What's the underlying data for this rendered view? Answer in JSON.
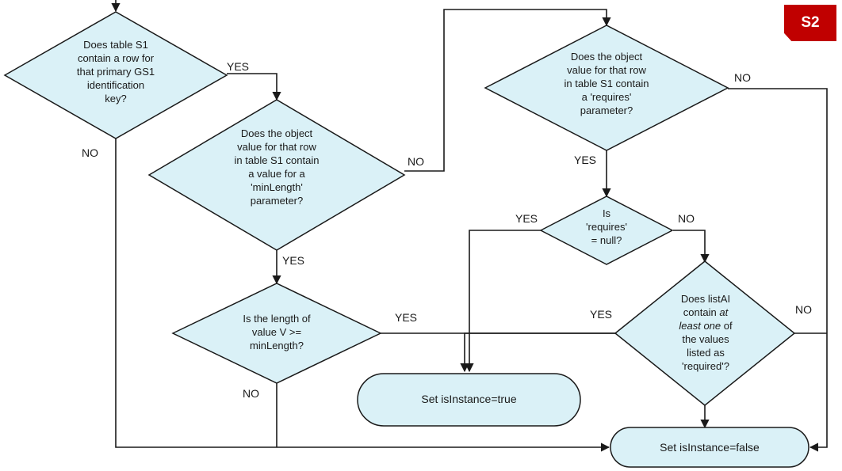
{
  "corner_tag": "S2",
  "decisions": {
    "d1": [
      "Does table S1",
      "contain a row for",
      "that primary GS1",
      "identification",
      "key?"
    ],
    "d2": [
      "Does the object",
      "value for that row",
      "in table S1 contain",
      "a value for a",
      "'minLength'",
      "parameter?"
    ],
    "d3": [
      "Is the length of",
      "value V >=",
      "minLength?"
    ],
    "d4": [
      "Does the object",
      "value for that row",
      "in table S1 contain",
      "a 'requires'",
      "parameter?"
    ],
    "d5": [
      "Is",
      "'requires'",
      "= null?"
    ],
    "d6": [
      [
        {
          "t": "Does listAI"
        }
      ],
      [
        {
          "t": "contain "
        },
        {
          "t": "at",
          "i": true
        }
      ],
      [
        {
          "t": "least one",
          "i": true
        },
        {
          "t": " of"
        }
      ],
      [
        {
          "t": "the values"
        }
      ],
      [
        {
          "t": "listed as"
        }
      ],
      [
        {
          "t": "'required'?"
        }
      ]
    ]
  },
  "terminals": {
    "true_label": "Set isInstance=true",
    "false_label": "Set isInstance=false"
  },
  "edge_labels": {
    "d1_yes": "YES",
    "d1_no": "NO",
    "d2_no": "NO",
    "d2_yes": "YES",
    "d3_yes": "YES",
    "d3_no": "NO",
    "d4_no": "NO",
    "d4_yes": "YES",
    "d5_yes": "YES",
    "d5_no": "NO",
    "d6_yes": "YES",
    "d6_no": "NO"
  },
  "colors": {
    "fill": "#daf1f7",
    "stroke": "#1a1a1a",
    "tag": "#c00000"
  }
}
